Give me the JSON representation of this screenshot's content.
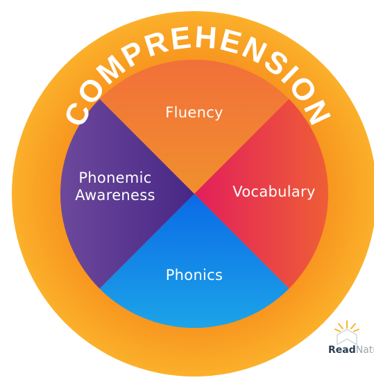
{
  "ring": {
    "title": "COMPREHENSION",
    "color": "#f9a21f"
  },
  "segments": [
    {
      "id": "fluency",
      "label": "Fluency",
      "colors": [
        "#f26e3a",
        "#f0902e"
      ]
    },
    {
      "id": "vocabulary",
      "label": "Vocabulary",
      "colors": [
        "#e21f5a",
        "#ef6035"
      ]
    },
    {
      "id": "phonics",
      "label": "Phonics",
      "colors": [
        "#0a6ae6",
        "#1da6e8"
      ]
    },
    {
      "id": "phonemic-awareness",
      "label": "Phonemic Awareness",
      "label_lines": [
        "Phonemic",
        "Awareness"
      ],
      "colors": [
        "#6e4a9c",
        "#472786"
      ]
    }
  ],
  "logo": {
    "bold": "Read",
    "rest": "Natu",
    "color": "#f5b52a"
  }
}
